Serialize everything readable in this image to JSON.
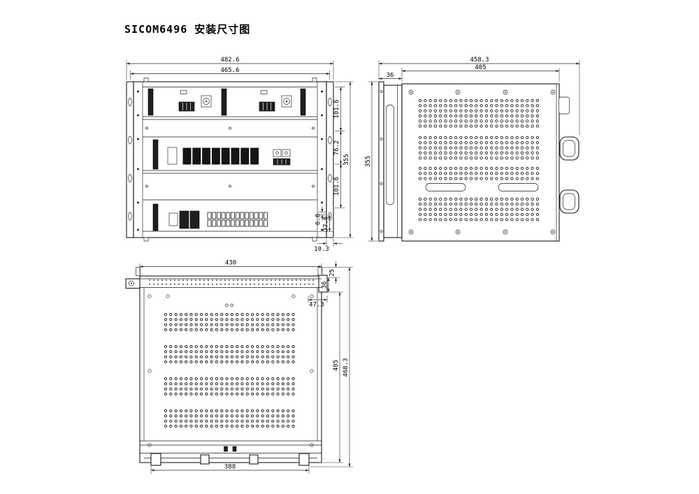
{
  "title": "SICOM6496 安装尺寸图",
  "front_view": {
    "dim_overall_width": "482.6",
    "dim_inner_width": "465.6",
    "dim_top_slot_height": "101.6",
    "dim_mid_slot_height": "76.2",
    "dim_bottom_slot_height": "101.6",
    "dim_overall_height": "355",
    "dim_gap": "6.8",
    "dim_bottom_rail": "37.8",
    "dim_ear_offset": "10.3"
  },
  "side_view": {
    "dim_overall_depth": "458.3",
    "dim_body_depth": "405",
    "dim_front_flange": "36",
    "dim_overall_height": "355"
  },
  "bottom_view": {
    "dim_body_width": "430",
    "dim_tab_inset": "25",
    "dim_front_depth": "36",
    "dim_corner_offset": "47.3",
    "dim_body_depth": "405",
    "dim_overall_depth": "468.3",
    "dim_mount_span": "388"
  }
}
